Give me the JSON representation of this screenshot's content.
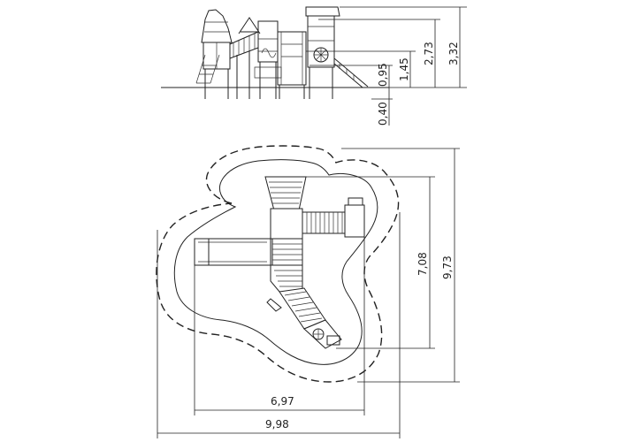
{
  "elevation": {
    "height_labels": [
      "3,32",
      "2,73",
      "1,45",
      "0,95",
      "0,40"
    ]
  },
  "plan": {
    "width_labels": [
      "6,97",
      "9,98"
    ],
    "depth_labels": [
      "7,08",
      "9,73"
    ]
  }
}
